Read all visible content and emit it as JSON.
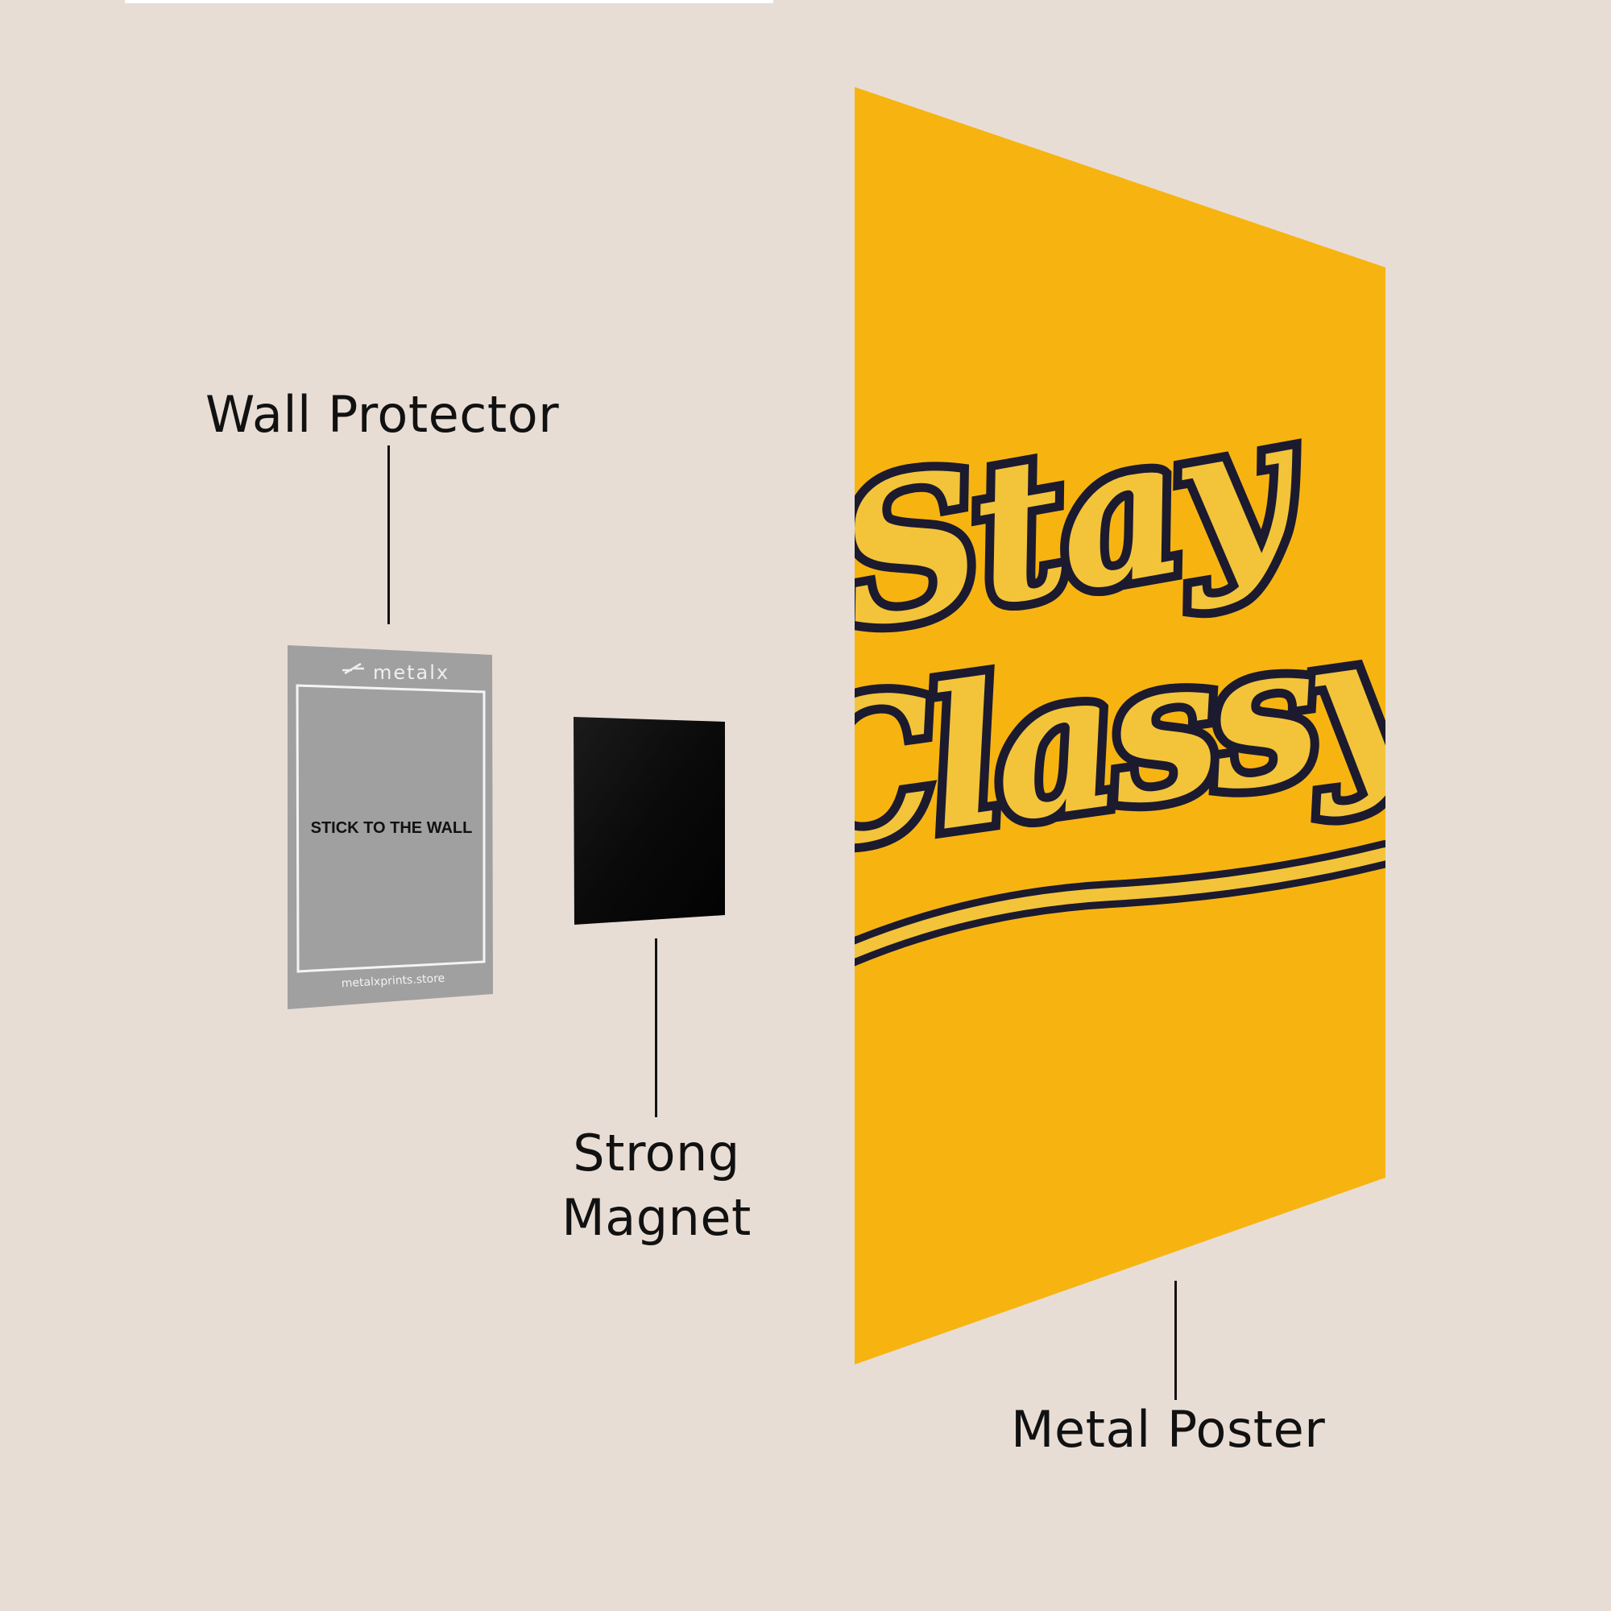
{
  "labels": {
    "wall_protector": "Wall Protector",
    "strong_magnet_line1": "Strong",
    "strong_magnet_line2": "Magnet",
    "metal_poster": "Metal Poster"
  },
  "wall_protector_card": {
    "brand": "metalx",
    "instruction": "STICK TO THE WALL",
    "website": "metalxprints.store"
  },
  "poster": {
    "artwork_text": "Stay Classy"
  },
  "colors": {
    "background": "#e8ddd5",
    "poster_yellow": "#f7b411",
    "poster_text_fill": "#f3c43a",
    "poster_text_outline": "#1c1a2e",
    "protector_gray": "#a0a0a0",
    "magnet_black": "#050505",
    "label_text": "#111111"
  }
}
